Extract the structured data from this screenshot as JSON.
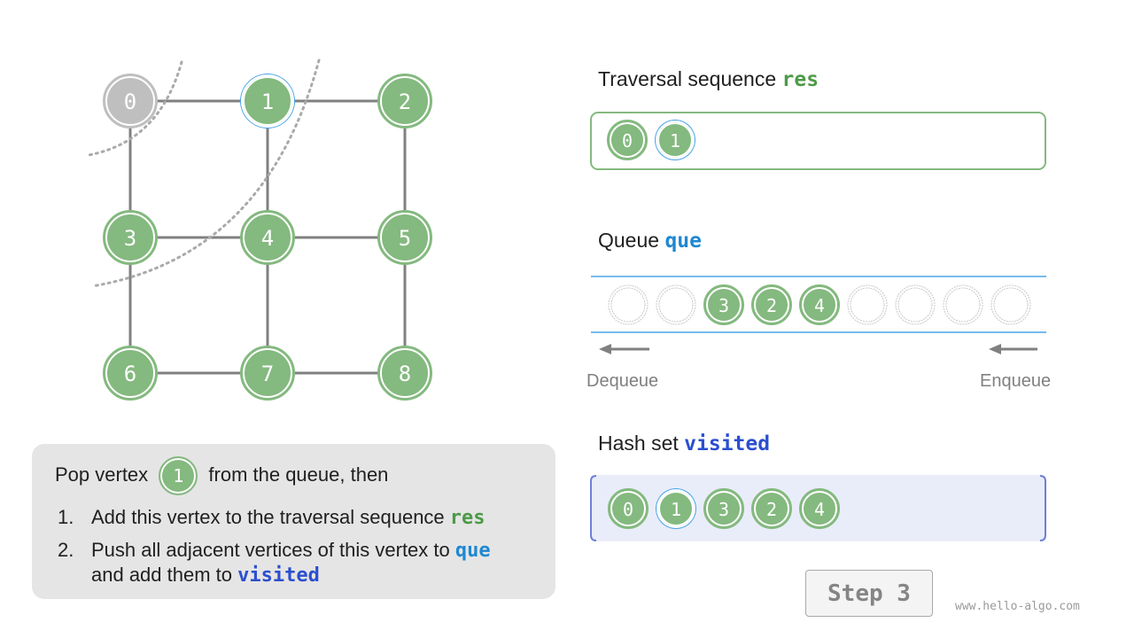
{
  "graph": {
    "nodes": [
      {
        "label": "0",
        "state": "done"
      },
      {
        "label": "1",
        "state": "current"
      },
      {
        "label": "2",
        "state": "visited"
      },
      {
        "label": "3",
        "state": "visited"
      },
      {
        "label": "4",
        "state": "visited"
      },
      {
        "label": "5",
        "state": "normal"
      },
      {
        "label": "6",
        "state": "normal"
      },
      {
        "label": "7",
        "state": "normal"
      },
      {
        "label": "8",
        "state": "normal"
      }
    ],
    "edges": [
      [
        0,
        1
      ],
      [
        1,
        2
      ],
      [
        0,
        3
      ],
      [
        1,
        4
      ],
      [
        2,
        5
      ],
      [
        3,
        4
      ],
      [
        4,
        5
      ],
      [
        3,
        6
      ],
      [
        4,
        7
      ],
      [
        5,
        8
      ],
      [
        6,
        7
      ],
      [
        7,
        8
      ]
    ]
  },
  "res": {
    "title": "Traversal sequence ",
    "var": "res",
    "items": [
      {
        "label": "0",
        "state": "normal"
      },
      {
        "label": "1",
        "state": "current"
      }
    ]
  },
  "queue": {
    "title": "Queue ",
    "var": "que",
    "items": [
      "",
      "",
      "3",
      "2",
      "4",
      "",
      "",
      "",
      ""
    ],
    "dequeue_label": "Dequeue",
    "enqueue_label": "Enqueue"
  },
  "visited": {
    "title": "Hash set ",
    "var": "visited",
    "items": [
      {
        "label": "0",
        "state": "normal"
      },
      {
        "label": "1",
        "state": "current"
      },
      {
        "label": "3",
        "state": "normal"
      },
      {
        "label": "2",
        "state": "normal"
      },
      {
        "label": "4",
        "state": "normal"
      }
    ]
  },
  "note": {
    "intro_before": "Pop vertex ",
    "intro_vertex": "1",
    "intro_after": " from the queue, then",
    "step1_num": "1.",
    "step1_text": "Add this vertex to the traversal sequence ",
    "step1_code": "res",
    "step2_num": "2.",
    "step2_text": "Push all adjacent vertices of this vertex to ",
    "step2_code": "que",
    "step2b_text": "and add them to ",
    "step2b_code": "visited"
  },
  "step_label": "Step 3",
  "watermark": "www.hello-algo.com",
  "colors": {
    "green": "#84b97f",
    "gray": "#bfbfbf",
    "blue_ring": "#4aa3e8",
    "res_code": "#4c9a47",
    "que_code": "#1e88d1",
    "visited_code": "#2b4fcf",
    "edge": "#808080"
  }
}
